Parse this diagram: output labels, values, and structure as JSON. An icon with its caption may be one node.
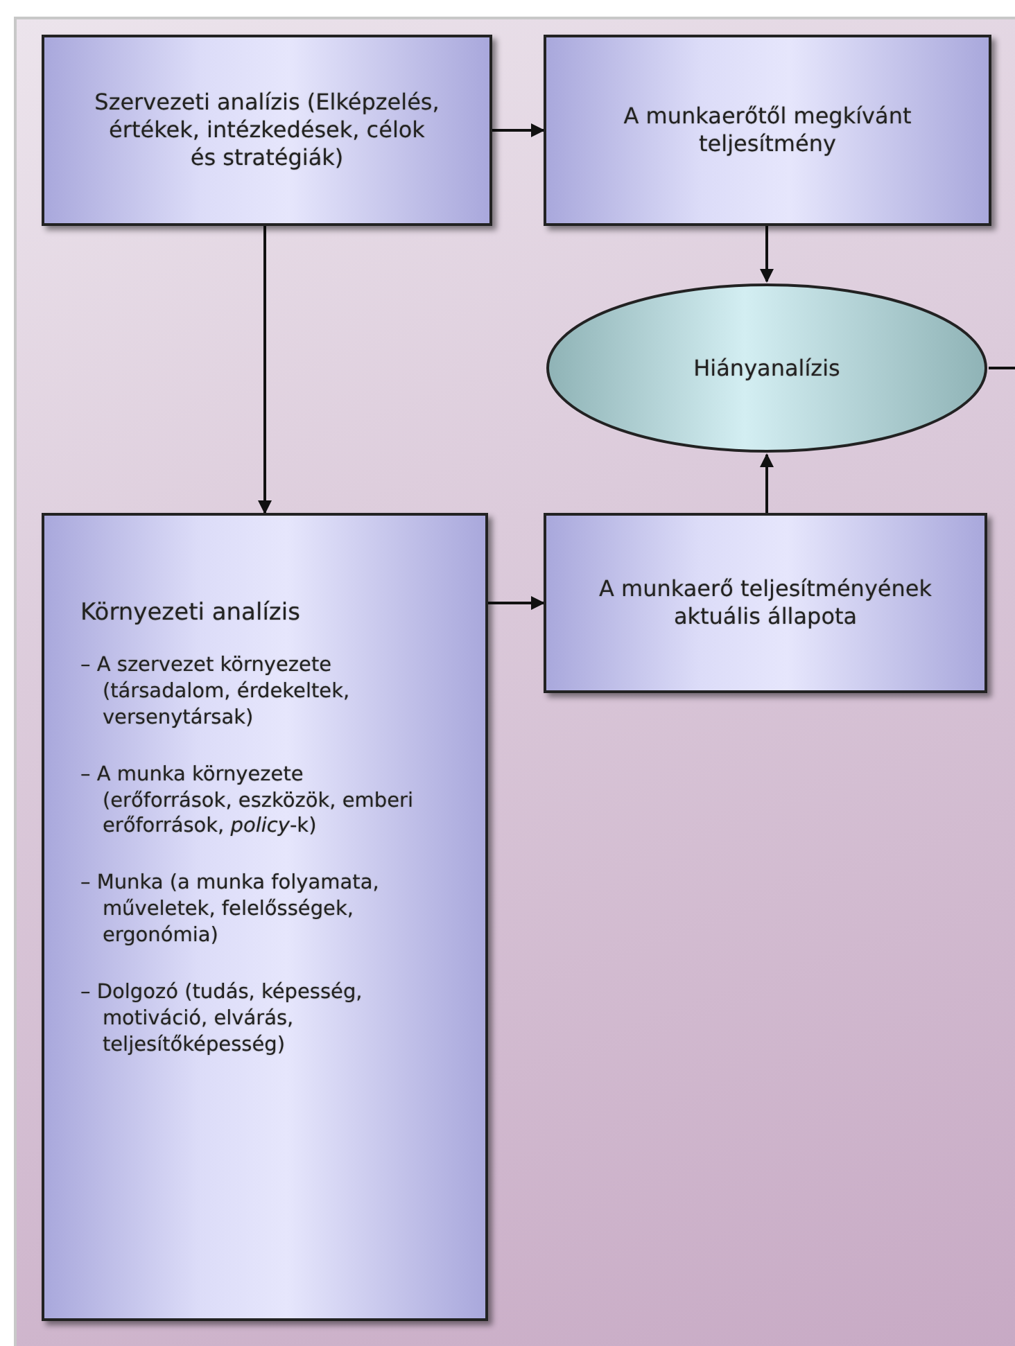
{
  "diagram": {
    "nodes": [
      {
        "text": [
          "Szervezeti analízis (Elképzelés, értékek, intézkedések, célok és stratégiák)"
        ]
      },
      {
        "text": [
          "A munkaerőtől megkívánt teljesítmény"
        ]
      },
      {
        "text": [
          "Hiányanalízis"
        ]
      },
      {
        "text": [
          "Környezeti analízis",
          "– A szervezet környezete (társadalom, érdekeltek, versenytársak)",
          "– A munka környezete (erőforrások, eszközök, emberi erőforrások, *policy*-k)",
          "– Munka (a munka folyamata, műveletek, felelősségek, ergonómia)",
          "– Dolgozó (tudás, képesség, motiváció, elvárás, teljesítőképesség)"
        ]
      },
      {
        "text": [
          "A munkaerő teljesítményének aktuális állapota"
        ]
      }
    ],
    "edges": [
      {
        "from": 0,
        "to": 1,
        "arrow": "to"
      },
      {
        "from": 1,
        "to": 2,
        "arrow": "to"
      },
      {
        "from": 0,
        "to": 3,
        "arrow": "to"
      },
      {
        "from": 3,
        "to": 4,
        "arrow": "to"
      },
      {
        "from": 4,
        "to": 2,
        "arrow": "to"
      },
      {
        "from": 2,
        "to": null,
        "arrow": "none"
      }
    ]
  }
}
